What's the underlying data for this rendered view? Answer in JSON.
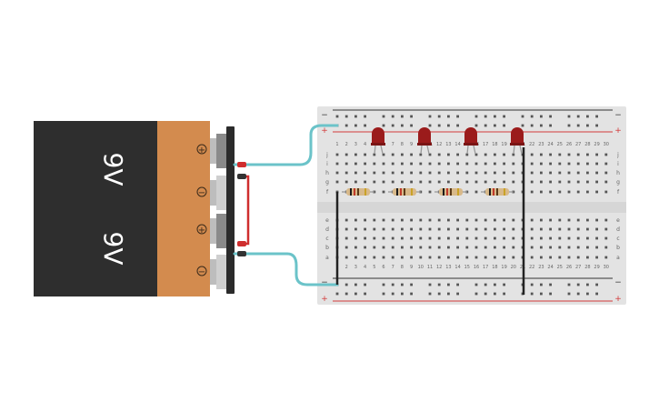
{
  "batteries": [
    {
      "label": "9V",
      "plus": "+",
      "minus": "−"
    },
    {
      "label": "9V",
      "plus": "+",
      "minus": "−"
    }
  ],
  "breadboard": {
    "columns": 30,
    "row_letters_top": [
      "j",
      "i",
      "h",
      "g",
      "f"
    ],
    "row_letters_bottom": [
      "e",
      "d",
      "c",
      "b",
      "a"
    ],
    "rail_plus": "+",
    "rail_minus": "−"
  },
  "components": {
    "led_count": 4,
    "resistor_count": 4
  },
  "colors": {
    "battery_body": "#2e2e2e",
    "battery_cap": "#d38b4e",
    "breadboard": "#e3e3e3",
    "rail_red": "#d33b3b",
    "rail_dark": "#333333",
    "led": "#9b1b1b",
    "wire_cyan": "#6bc3c9",
    "wire_red": "#cf2e2e",
    "wire_black": "#222222",
    "resistor_body": "#d8b98a"
  }
}
